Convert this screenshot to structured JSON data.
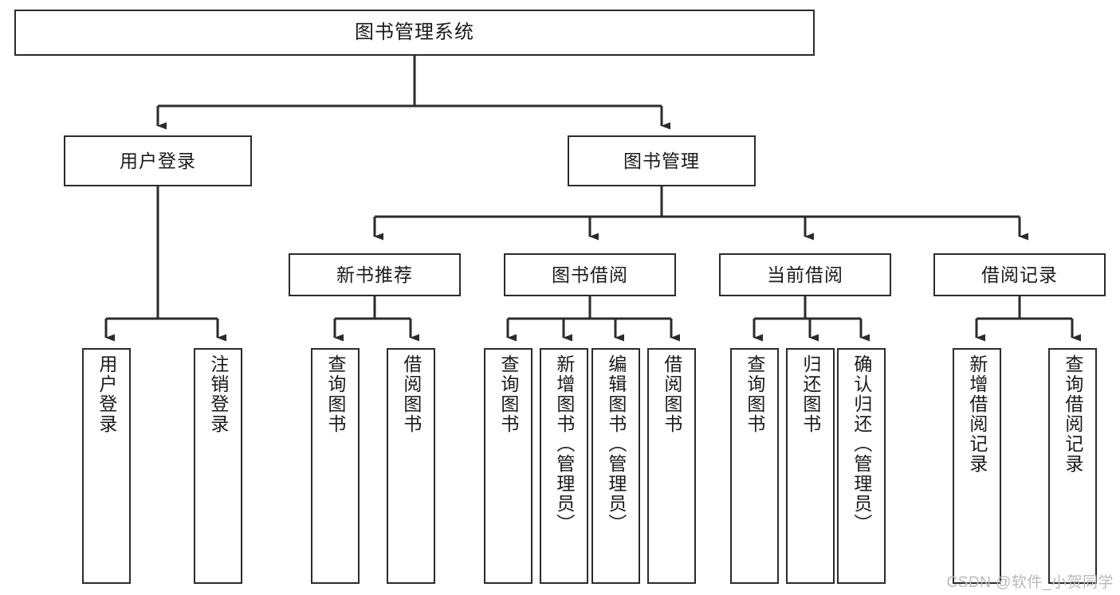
{
  "diagram": {
    "title": "图书管理系统",
    "type": "tree-hierarchy",
    "watermark": "CSDN @软件_小贺同学",
    "colors": {
      "border": "#2b2b2b",
      "background": "#ffffff",
      "text": "#1a1a1a",
      "watermark": "#b9b9b9"
    }
  },
  "nodes": {
    "root": {
      "label": "图书管理系统"
    },
    "level2": [
      {
        "id": "user-login",
        "label": "用户登录"
      },
      {
        "id": "book-management",
        "label": "图书管理"
      }
    ],
    "level3": [
      {
        "id": "new-book-recommend",
        "label": "新书推荐"
      },
      {
        "id": "book-borrow",
        "label": "图书借阅"
      },
      {
        "id": "current-borrow",
        "label": "当前借阅"
      },
      {
        "id": "borrow-record",
        "label": "借阅记录"
      }
    ],
    "leaves": {
      "user-login": [
        {
          "id": "leaf-user-login",
          "label": "用户登录"
        },
        {
          "id": "leaf-logout-login",
          "label": "注销登录"
        }
      ],
      "new-book-recommend": [
        {
          "id": "leaf-query-book-1",
          "label": "查询图书"
        },
        {
          "id": "leaf-borrow-book-1",
          "label": "借阅图书"
        }
      ],
      "book-borrow": [
        {
          "id": "leaf-query-book-2",
          "label": "查询图书"
        },
        {
          "id": "leaf-add-book",
          "label": "新增图书（管理员）"
        },
        {
          "id": "leaf-edit-book",
          "label": "编辑图书（管理员）"
        },
        {
          "id": "leaf-borrow-book-2",
          "label": "借阅图书"
        }
      ],
      "current-borrow": [
        {
          "id": "leaf-query-book-3",
          "label": "查询图书"
        },
        {
          "id": "leaf-return-book",
          "label": "归还图书"
        },
        {
          "id": "leaf-confirm-return",
          "label": "确认归还（管理员）"
        }
      ],
      "borrow-record": [
        {
          "id": "leaf-add-record",
          "label": "新增借阅记录"
        },
        {
          "id": "leaf-query-record",
          "label": "查询借阅记录"
        }
      ]
    }
  }
}
